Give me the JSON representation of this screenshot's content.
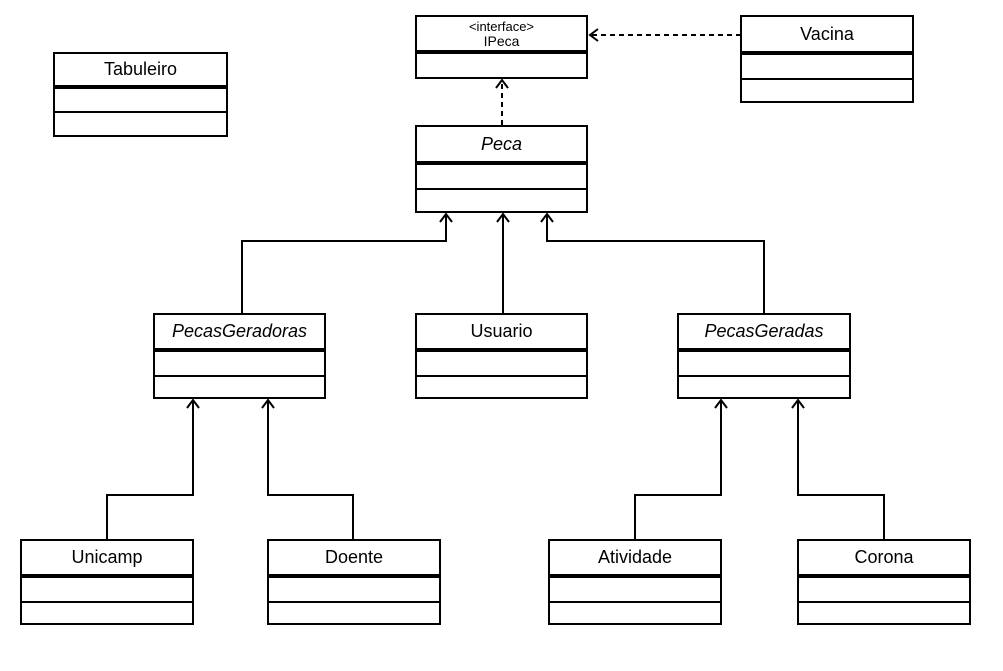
{
  "classes": {
    "tabuleiro": {
      "name": "Tabuleiro"
    },
    "ipeca": {
      "stereotype": "<interface>",
      "name": "IPeca"
    },
    "vacina": {
      "name": "Vacina"
    },
    "peca": {
      "name": "Peca",
      "abstract": true
    },
    "pecas_geradoras": {
      "name": "PecasGeradoras",
      "abstract": true
    },
    "usuario": {
      "name": "Usuario"
    },
    "pecas_geradas": {
      "name": "PecasGeradas",
      "abstract": true
    },
    "unicamp": {
      "name": "Unicamp"
    },
    "doente": {
      "name": "Doente"
    },
    "atividade": {
      "name": "Atividade"
    },
    "corona": {
      "name": "Corona"
    }
  },
  "relations": [
    {
      "from": "Vacina",
      "to": "IPeca",
      "type": "realization"
    },
    {
      "from": "Peca",
      "to": "IPeca",
      "type": "realization"
    },
    {
      "from": "PecasGeradoras",
      "to": "Peca",
      "type": "generalization"
    },
    {
      "from": "Usuario",
      "to": "Peca",
      "type": "generalization"
    },
    {
      "from": "PecasGeradas",
      "to": "Peca",
      "type": "generalization"
    },
    {
      "from": "Unicamp",
      "to": "PecasGeradoras",
      "type": "generalization"
    },
    {
      "from": "Doente",
      "to": "PecasGeradoras",
      "type": "generalization"
    },
    {
      "from": "Atividade",
      "to": "PecasGeradas",
      "type": "generalization"
    },
    {
      "from": "Corona",
      "to": "PecasGeradas",
      "type": "generalization"
    }
  ]
}
